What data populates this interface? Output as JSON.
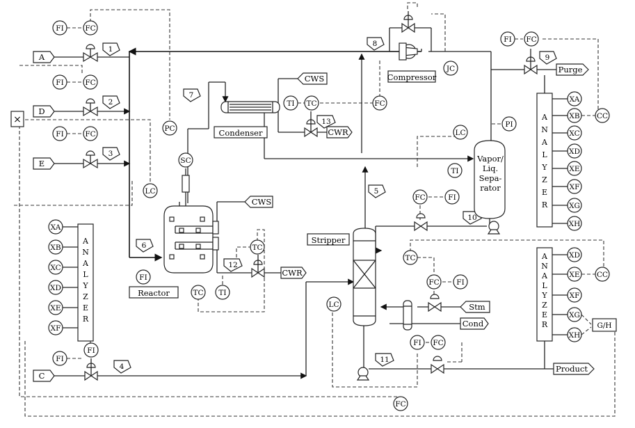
{
  "feeds": {
    "a": "A",
    "d": "D",
    "e": "E",
    "c": "C"
  },
  "stream_numbers": {
    "s1": "1",
    "s2": "2",
    "s3": "3",
    "s4": "4",
    "s5": "5",
    "s6": "6",
    "s7": "7",
    "s8": "8",
    "s9": "9",
    "s10": "10",
    "s11": "11",
    "s12": "12",
    "s13": "13"
  },
  "units": {
    "reactor": "Reactor",
    "condenser": "Condenser",
    "compressor": "Compressor",
    "stripper": "Stripper",
    "separator_lines": [
      "Vapor/",
      "Liq.",
      "Sepa-",
      "rator"
    ]
  },
  "utilities": {
    "cws_reactor": "CWS",
    "cwr_reactor": "CWR",
    "cws_condenser": "CWS",
    "cwr_condenser": "CWR",
    "steam": "Stm",
    "cond": "Cond",
    "purge": "Purge",
    "product": "Product"
  },
  "instruments": {
    "fi": "FI",
    "fc": "FC",
    "pc": "PC",
    "lc": "LC",
    "sc": "SC",
    "tc": "TC",
    "ti": "TI",
    "jc": "JC",
    "pi": "PI",
    "cc": "CC",
    "gh": "G/H"
  },
  "analyzer_letters": [
    "A",
    "N",
    "A",
    "L",
    "Y",
    "Z",
    "E",
    "R"
  ],
  "analyzers": {
    "reactor_feed": [
      "XA",
      "XB",
      "XC",
      "XD",
      "XE",
      "XF"
    ],
    "purge": [
      "XA",
      "XB",
      "XC",
      "XD",
      "XE",
      "XF",
      "XG",
      "XH"
    ],
    "product": [
      "XD",
      "XE",
      "XF",
      "XG",
      "XH"
    ]
  },
  "mixer_symbol": "×"
}
